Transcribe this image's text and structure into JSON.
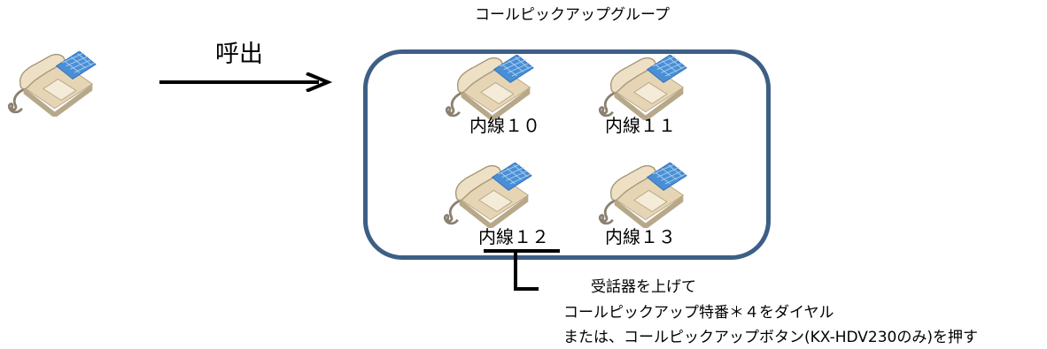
{
  "diagram": {
    "caller_phone_icon": "telephone-icon",
    "call_label": "呼出",
    "group_title": "コールピックアップグループ",
    "extensions": [
      {
        "label": "内線１０",
        "icon": "telephone-icon"
      },
      {
        "label": "内線１１",
        "icon": "telephone-icon"
      },
      {
        "label": "内線１２",
        "icon": "telephone-icon"
      },
      {
        "label": "内線１３",
        "icon": "telephone-icon"
      }
    ],
    "instructions": [
      "受話器を上げて",
      "コールピックアップ特番＊４をダイヤル",
      "または、コールピックアップボタン(KX-HDV230のみ)を押す"
    ],
    "colors": {
      "group_border": "#3d5f86",
      "phone_body": "#e6d5b4",
      "phone_keypad": "#4a8fd6"
    }
  }
}
